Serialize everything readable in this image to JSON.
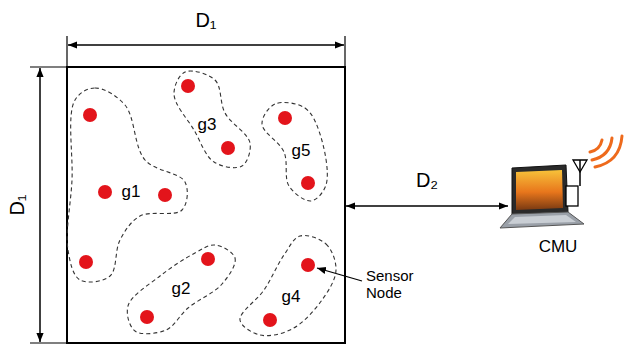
{
  "diagram": {
    "nodes": [
      {
        "text": [
          "g1"
        ]
      },
      {
        "text": [
          "g2"
        ]
      },
      {
        "text": [
          "g3"
        ]
      },
      {
        "text": [
          "g4"
        ]
      },
      {
        "text": [
          "g5"
        ]
      }
    ],
    "labels": [
      "D₁",
      "D₁",
      "D₂",
      "Sensor Node",
      "CMU"
    ]
  }
}
